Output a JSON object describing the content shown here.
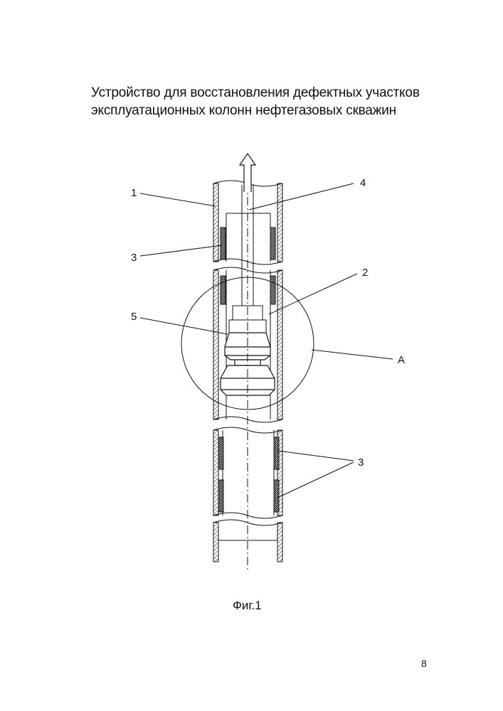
{
  "title": {
    "line1": "Устройство для восстановления дефектных участков",
    "line2": "эксплуатационных колонн нефтегазовых скважин"
  },
  "labels": {
    "casing": "1",
    "sleeve": "2",
    "patch": "3",
    "rod": "4",
    "expander": "5",
    "detail": "A",
    "patches_lower": "3"
  },
  "caption": "Фиг.1",
  "page_number": "8"
}
